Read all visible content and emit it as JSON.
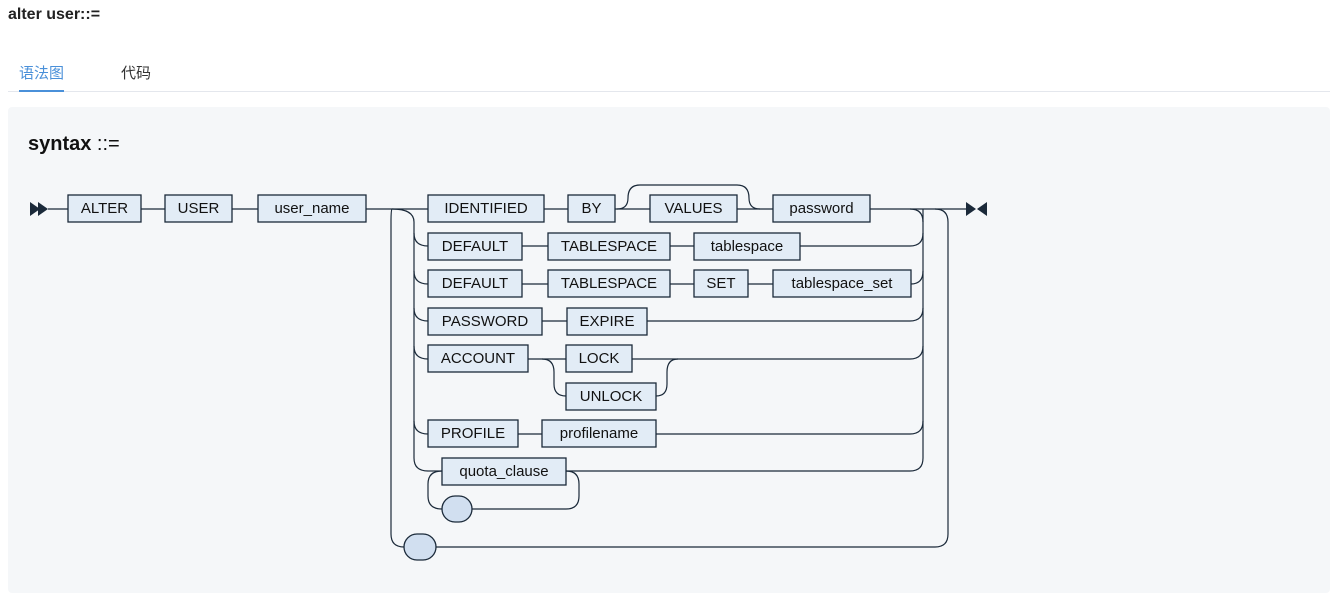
{
  "header": {
    "title": "alter user::="
  },
  "tabs": [
    {
      "label": "语法图",
      "active": true
    },
    {
      "label": "代码",
      "active": false
    }
  ],
  "diagram": {
    "title_name": "syntax",
    "title_op": " ::=",
    "tokens": {
      "alter": "ALTER",
      "user": "USER",
      "user_name": "user_name",
      "identified": "IDENTIFIED",
      "by": "BY",
      "values": "VALUES",
      "password": "password",
      "default1": "DEFAULT",
      "tablespace1": "TABLESPACE",
      "tablespace_name": "tablespace",
      "default2": "DEFAULT",
      "tablespace2": "TABLESPACE",
      "set": "SET",
      "tablespace_set": "tablespace_set",
      "password_kw": "PASSWORD",
      "expire": "EXPIRE",
      "account": "ACCOUNT",
      "lock": "LOCK",
      "unlock": "UNLOCK",
      "profile": "PROFILE",
      "profilename": "profilename",
      "quota_clause": "quota_clause"
    },
    "colors": {
      "token_fill": "#e2ecf6",
      "loop_fill": "#d1dff0",
      "line": "#1b2a3a",
      "panel_bg": "#f5f7f9",
      "tab_active": "#4a90d9"
    }
  }
}
